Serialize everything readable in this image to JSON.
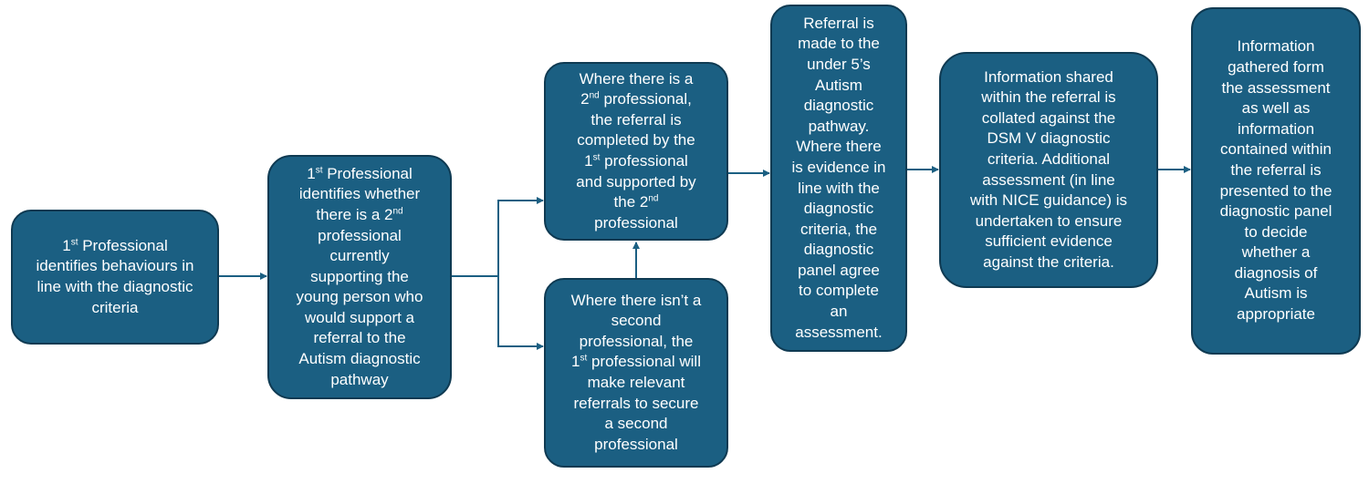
{
  "colors": {
    "box_fill": "#1b5f82",
    "box_border": "#0f3a52",
    "connector": "#1b5f82",
    "text": "#ffffff"
  },
  "boxes": [
    {
      "id": "box1",
      "lines": [
        [
          {
            "t": "1"
          },
          {
            "t": "st",
            "sup": true
          },
          {
            "t": " Professional"
          }
        ],
        [
          {
            "t": "identifies behaviours in"
          }
        ],
        [
          {
            "t": "line with the diagnostic"
          }
        ],
        [
          {
            "t": "criteria"
          }
        ]
      ]
    },
    {
      "id": "box2",
      "lines": [
        [
          {
            "t": "1"
          },
          {
            "t": "st",
            "sup": true
          },
          {
            "t": " Professional"
          }
        ],
        [
          {
            "t": "identifies whether"
          }
        ],
        [
          {
            "t": "there is a 2"
          },
          {
            "t": "nd",
            "sup": true
          }
        ],
        [
          {
            "t": "professional"
          }
        ],
        [
          {
            "t": "currently"
          }
        ],
        [
          {
            "t": "supporting the"
          }
        ],
        [
          {
            "t": "young person who"
          }
        ],
        [
          {
            "t": "would support a"
          }
        ],
        [
          {
            "t": "referral to the"
          }
        ],
        [
          {
            "t": "Autism diagnostic"
          }
        ],
        [
          {
            "t": "pathway"
          }
        ]
      ]
    },
    {
      "id": "box3",
      "lines": [
        [
          {
            "t": "Where there is a"
          }
        ],
        [
          {
            "t": "2"
          },
          {
            "t": "nd",
            "sup": true
          },
          {
            "t": " professional,"
          }
        ],
        [
          {
            "t": "the referral is"
          }
        ],
        [
          {
            "t": "completed by the"
          }
        ],
        [
          {
            "t": "1"
          },
          {
            "t": "st",
            "sup": true
          },
          {
            "t": " professional"
          }
        ],
        [
          {
            "t": "and supported by"
          }
        ],
        [
          {
            "t": "the 2"
          },
          {
            "t": "nd",
            "sup": true
          }
        ],
        [
          {
            "t": "professional"
          }
        ]
      ]
    },
    {
      "id": "box4",
      "lines": [
        [
          {
            "t": "Where there isn’t a"
          }
        ],
        [
          {
            "t": "second"
          }
        ],
        [
          {
            "t": "professional, the"
          }
        ],
        [
          {
            "t": "1"
          },
          {
            "t": "st",
            "sup": true
          },
          {
            "t": " professional will"
          }
        ],
        [
          {
            "t": "make relevant"
          }
        ],
        [
          {
            "t": "referrals to secure"
          }
        ],
        [
          {
            "t": "a second"
          }
        ],
        [
          {
            "t": "professional"
          }
        ]
      ]
    },
    {
      "id": "box5",
      "lines": [
        [
          {
            "t": "Referral is"
          }
        ],
        [
          {
            "t": "made to the"
          }
        ],
        [
          {
            "t": "under 5’s"
          }
        ],
        [
          {
            "t": "Autism"
          }
        ],
        [
          {
            "t": "diagnostic"
          }
        ],
        [
          {
            "t": "pathway."
          }
        ],
        [
          {
            "t": "Where there"
          }
        ],
        [
          {
            "t": "is evidence in"
          }
        ],
        [
          {
            "t": "line with the"
          }
        ],
        [
          {
            "t": "diagnostic"
          }
        ],
        [
          {
            "t": "criteria, the"
          }
        ],
        [
          {
            "t": "diagnostic"
          }
        ],
        [
          {
            "t": "panel agree"
          }
        ],
        [
          {
            "t": "to complete"
          }
        ],
        [
          {
            "t": "an"
          }
        ],
        [
          {
            "t": "assessment."
          }
        ]
      ]
    },
    {
      "id": "box6",
      "lines": [
        [
          {
            "t": "Information shared"
          }
        ],
        [
          {
            "t": "within the referral is"
          }
        ],
        [
          {
            "t": "collated against the"
          }
        ],
        [
          {
            "t": "DSM V diagnostic"
          }
        ],
        [
          {
            "t": "criteria. Additional"
          }
        ],
        [
          {
            "t": "assessment (in line"
          }
        ],
        [
          {
            "t": "with NICE guidance) is"
          }
        ],
        [
          {
            "t": "undertaken to ensure"
          }
        ],
        [
          {
            "t": "sufficient evidence"
          }
        ],
        [
          {
            "t": "against the criteria."
          }
        ]
      ]
    },
    {
      "id": "box7",
      "lines": [
        [
          {
            "t": "Information"
          }
        ],
        [
          {
            "t": "gathered form"
          }
        ],
        [
          {
            "t": "the assessment"
          }
        ],
        [
          {
            "t": "as well as"
          }
        ],
        [
          {
            "t": "information"
          }
        ],
        [
          {
            "t": "contained within"
          }
        ],
        [
          {
            "t": "the referral  is"
          }
        ],
        [
          {
            "t": "presented to the"
          }
        ],
        [
          {
            "t": "diagnostic panel"
          }
        ],
        [
          {
            "t": "to decide"
          }
        ],
        [
          {
            "t": "whether a"
          }
        ],
        [
          {
            "t": "diagnosis of"
          }
        ],
        [
          {
            "t": "Autism is"
          }
        ],
        [
          {
            "t": "appropriate"
          }
        ]
      ]
    }
  ]
}
